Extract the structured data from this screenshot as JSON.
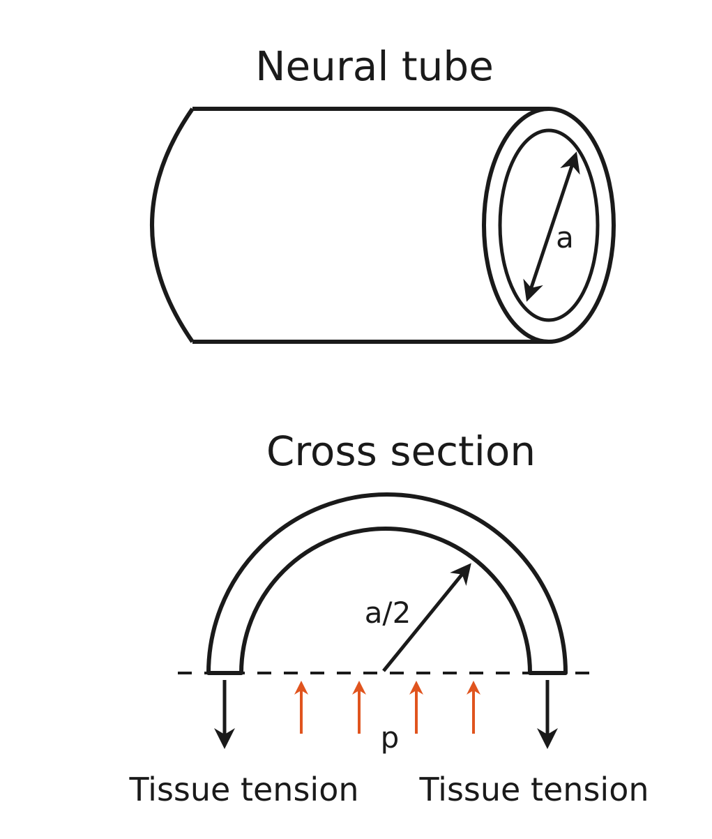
{
  "top": {
    "title": "Neural tube",
    "diameter_label": "a"
  },
  "bottom": {
    "title": "Cross section",
    "radius_label": "a/2",
    "pressure_label": "p",
    "tension_left": "Tissue tension",
    "tension_right": "Tissue tension"
  },
  "colors": {
    "line": "#1a1a1a",
    "pressure_arrow": "#e0541e"
  }
}
